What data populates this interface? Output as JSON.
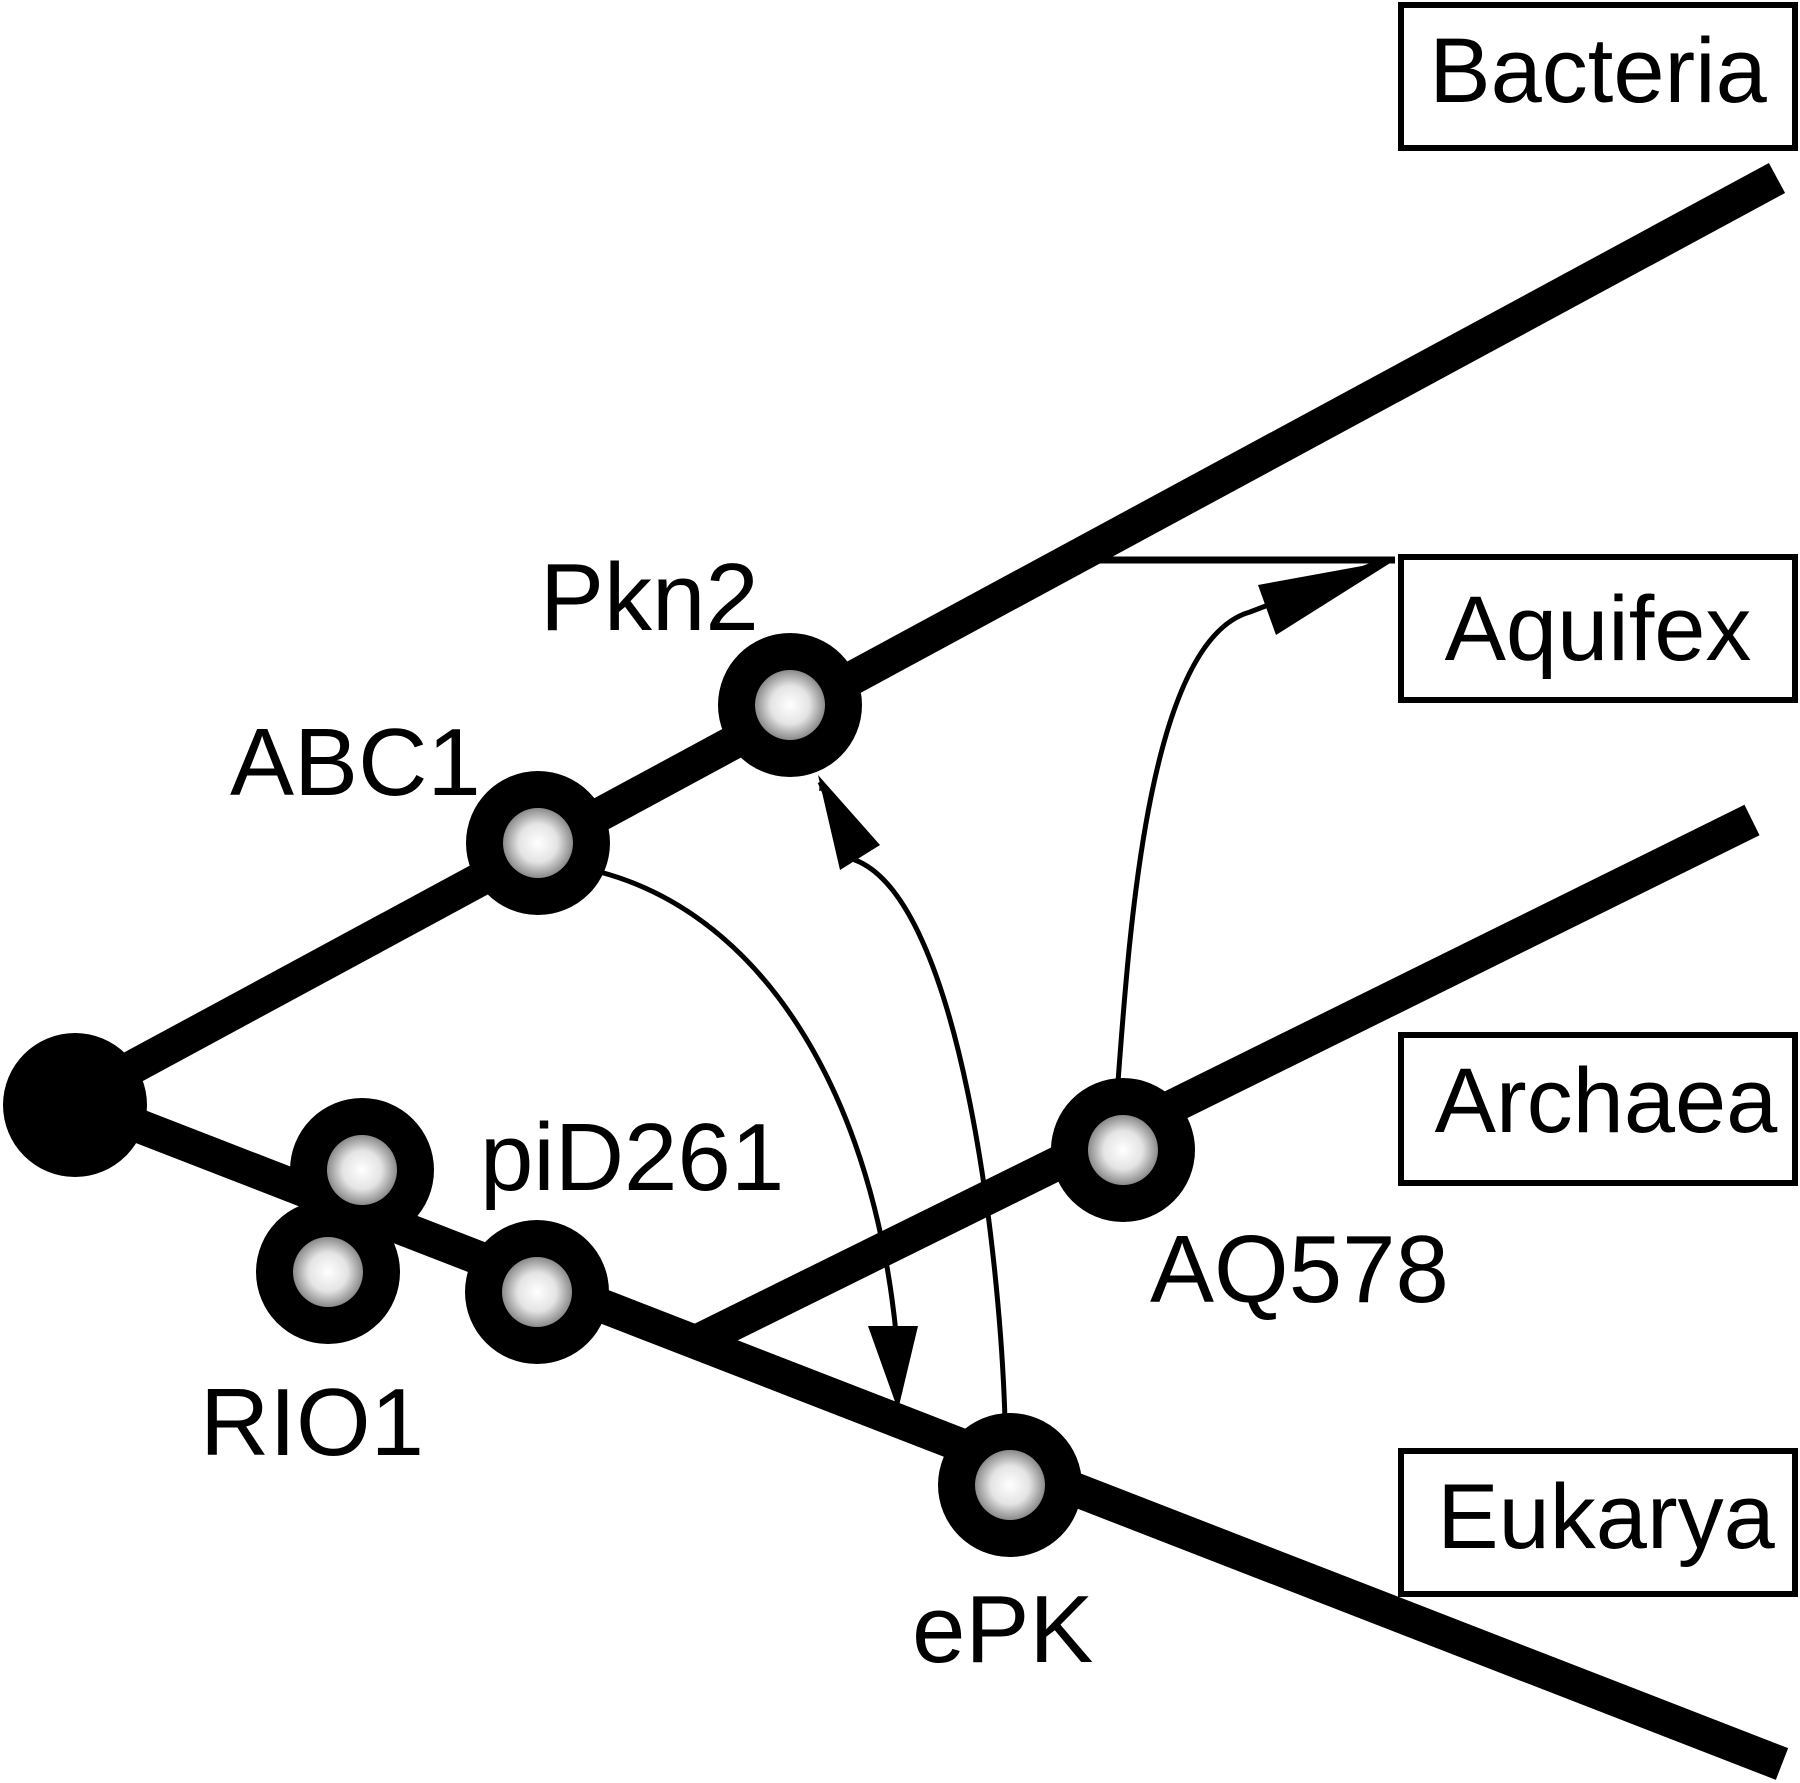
{
  "domains": {
    "bacteria": "Bacteria",
    "aquifex": "Aquifex",
    "archaea": "Archaea",
    "eukarya": "Eukarya"
  },
  "nodes": {
    "pkn2": "Pkn2",
    "abc1": "ABC1",
    "pid261": "piD261",
    "rio1": "RIO1",
    "aq578": "AQ578",
    "epk": "ePK"
  },
  "colors": {
    "ink": "#000000",
    "paper": "#ffffff",
    "node_fill": "#d9d9d9"
  }
}
